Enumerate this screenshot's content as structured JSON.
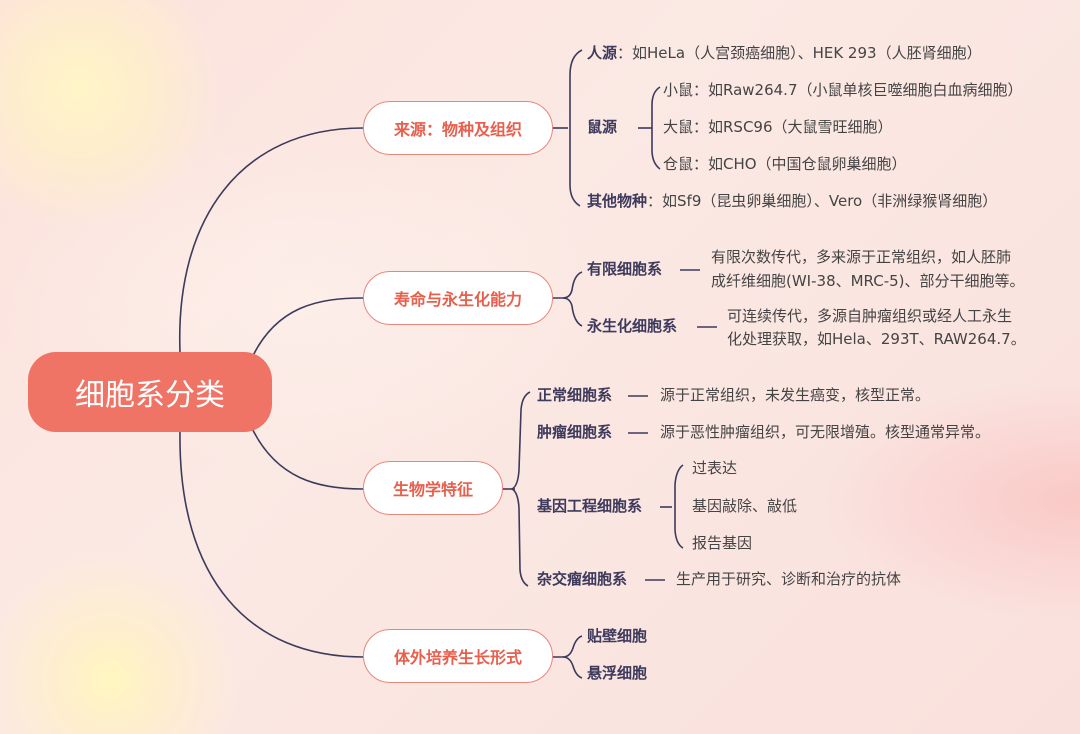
{
  "root": "细胞系分类",
  "nodes": {
    "source": {
      "label": "来源：物种及组织",
      "human": {
        "label": "人源",
        "text": "：如HeLa（人宫颈癌细胞）、HEK 293（人胚肾细胞）"
      },
      "rodent": {
        "label": "鼠源",
        "items": [
          "小鼠：如Raw264.7（小鼠单核巨噬细胞白血病细胞）",
          "大鼠：如RSC96（大鼠雪旺细胞）",
          "仓鼠：如CHO（中国仓鼠卵巢细胞）"
        ]
      },
      "other": {
        "label": "其他物种",
        "text": "：如Sf9（昆虫卵巢细胞）、Vero（非洲绿猴肾细胞）"
      }
    },
    "lifespan": {
      "label": "寿命与永生化能力",
      "finite": {
        "label": "有限细胞系",
        "desc": [
          "有限次数传代，多来源于正常组织，如人胚肺",
          "成纤维细胞(WI-38、MRC-5)、部分干细胞等。"
        ]
      },
      "immortal": {
        "label": "永生化细胞系",
        "desc": [
          "可连续传代，多源自肿瘤组织或经人工永生",
          "化处理获取，如Hela、293T、RAW264.7。"
        ]
      }
    },
    "bio": {
      "label": "生物学特征",
      "normal": {
        "label": "正常细胞系",
        "desc": "源于正常组织，未发生癌变，核型正常。"
      },
      "tumor": {
        "label": "肿瘤细胞系",
        "desc": "源于恶性肿瘤组织，可无限增殖。核型通常异常。"
      },
      "engineered": {
        "label": "基因工程细胞系",
        "items": [
          "过表达",
          "基因敲除、敲低",
          "报告基因"
        ]
      },
      "hybridoma": {
        "label": "杂交瘤细胞系",
        "desc": "生产用于研究、诊断和治疗的抗体"
      }
    },
    "growth": {
      "label": "体外培养生长形式",
      "items": [
        "贴壁细胞",
        "悬浮细胞"
      ]
    }
  }
}
